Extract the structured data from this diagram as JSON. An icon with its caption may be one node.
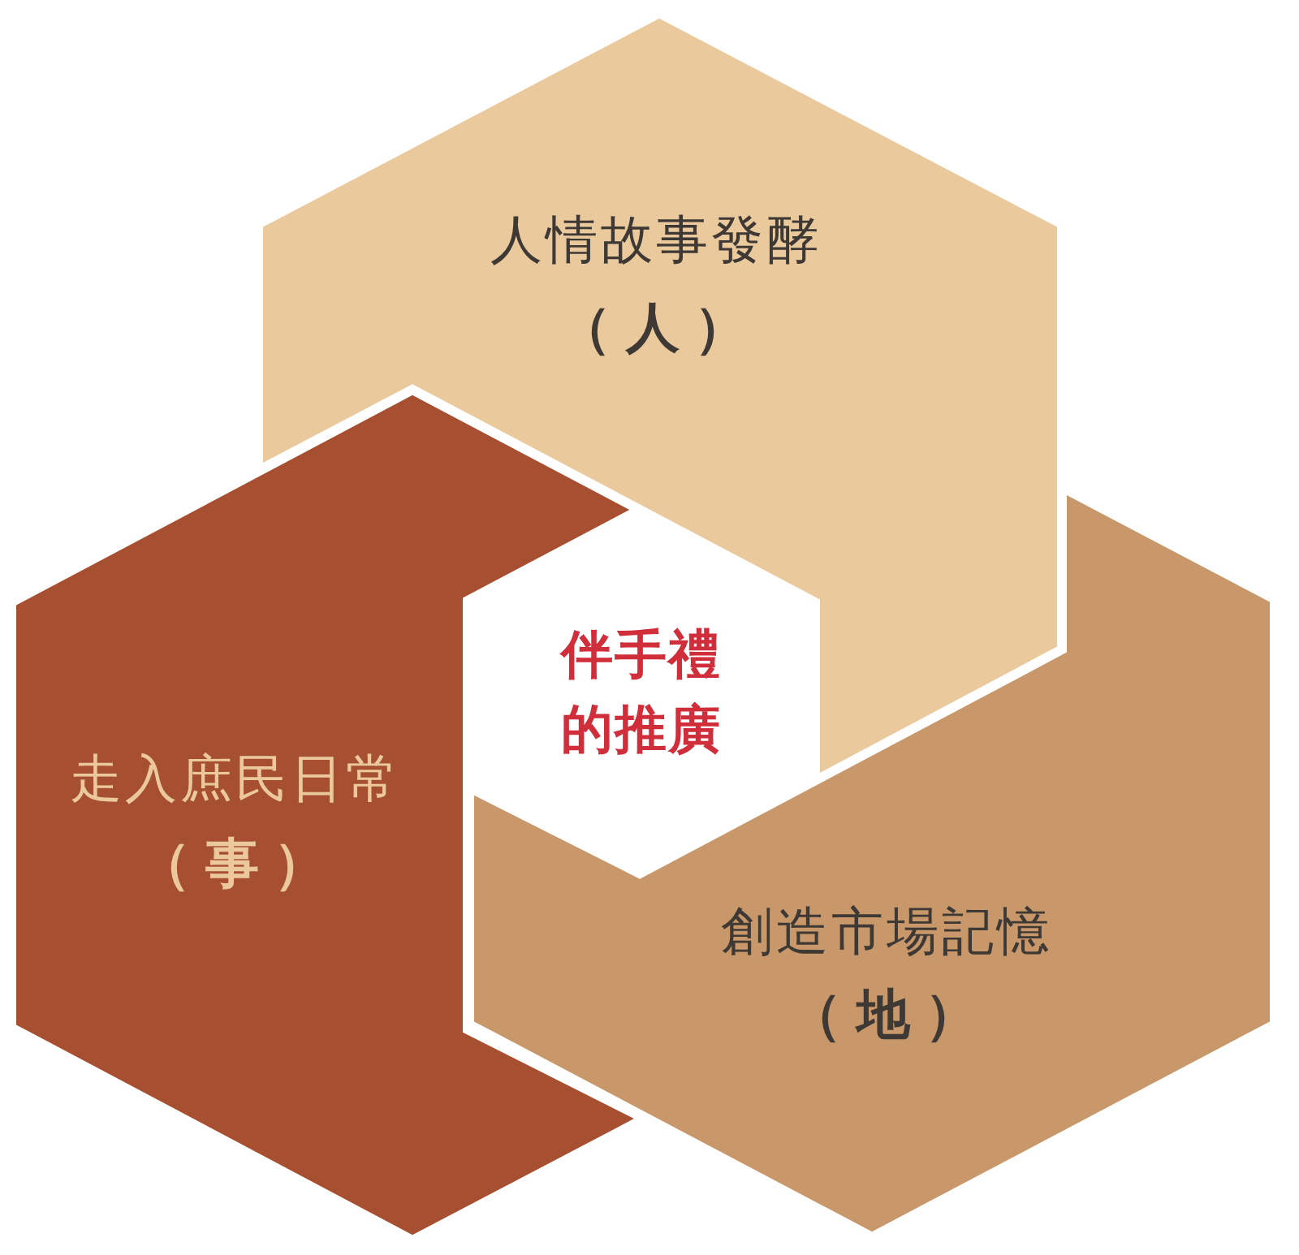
{
  "diagram": {
    "nodes": [
      {
        "text": [
          "人情故事發酵",
          "（人）"
        ]
      },
      {
        "text": [
          "走入庶民日常",
          "（事）"
        ]
      },
      {
        "text": [
          "伴手禮的推廣"
        ]
      },
      {
        "text": [
          "創造市場記憶",
          "（地）"
        ]
      }
    ]
  }
}
